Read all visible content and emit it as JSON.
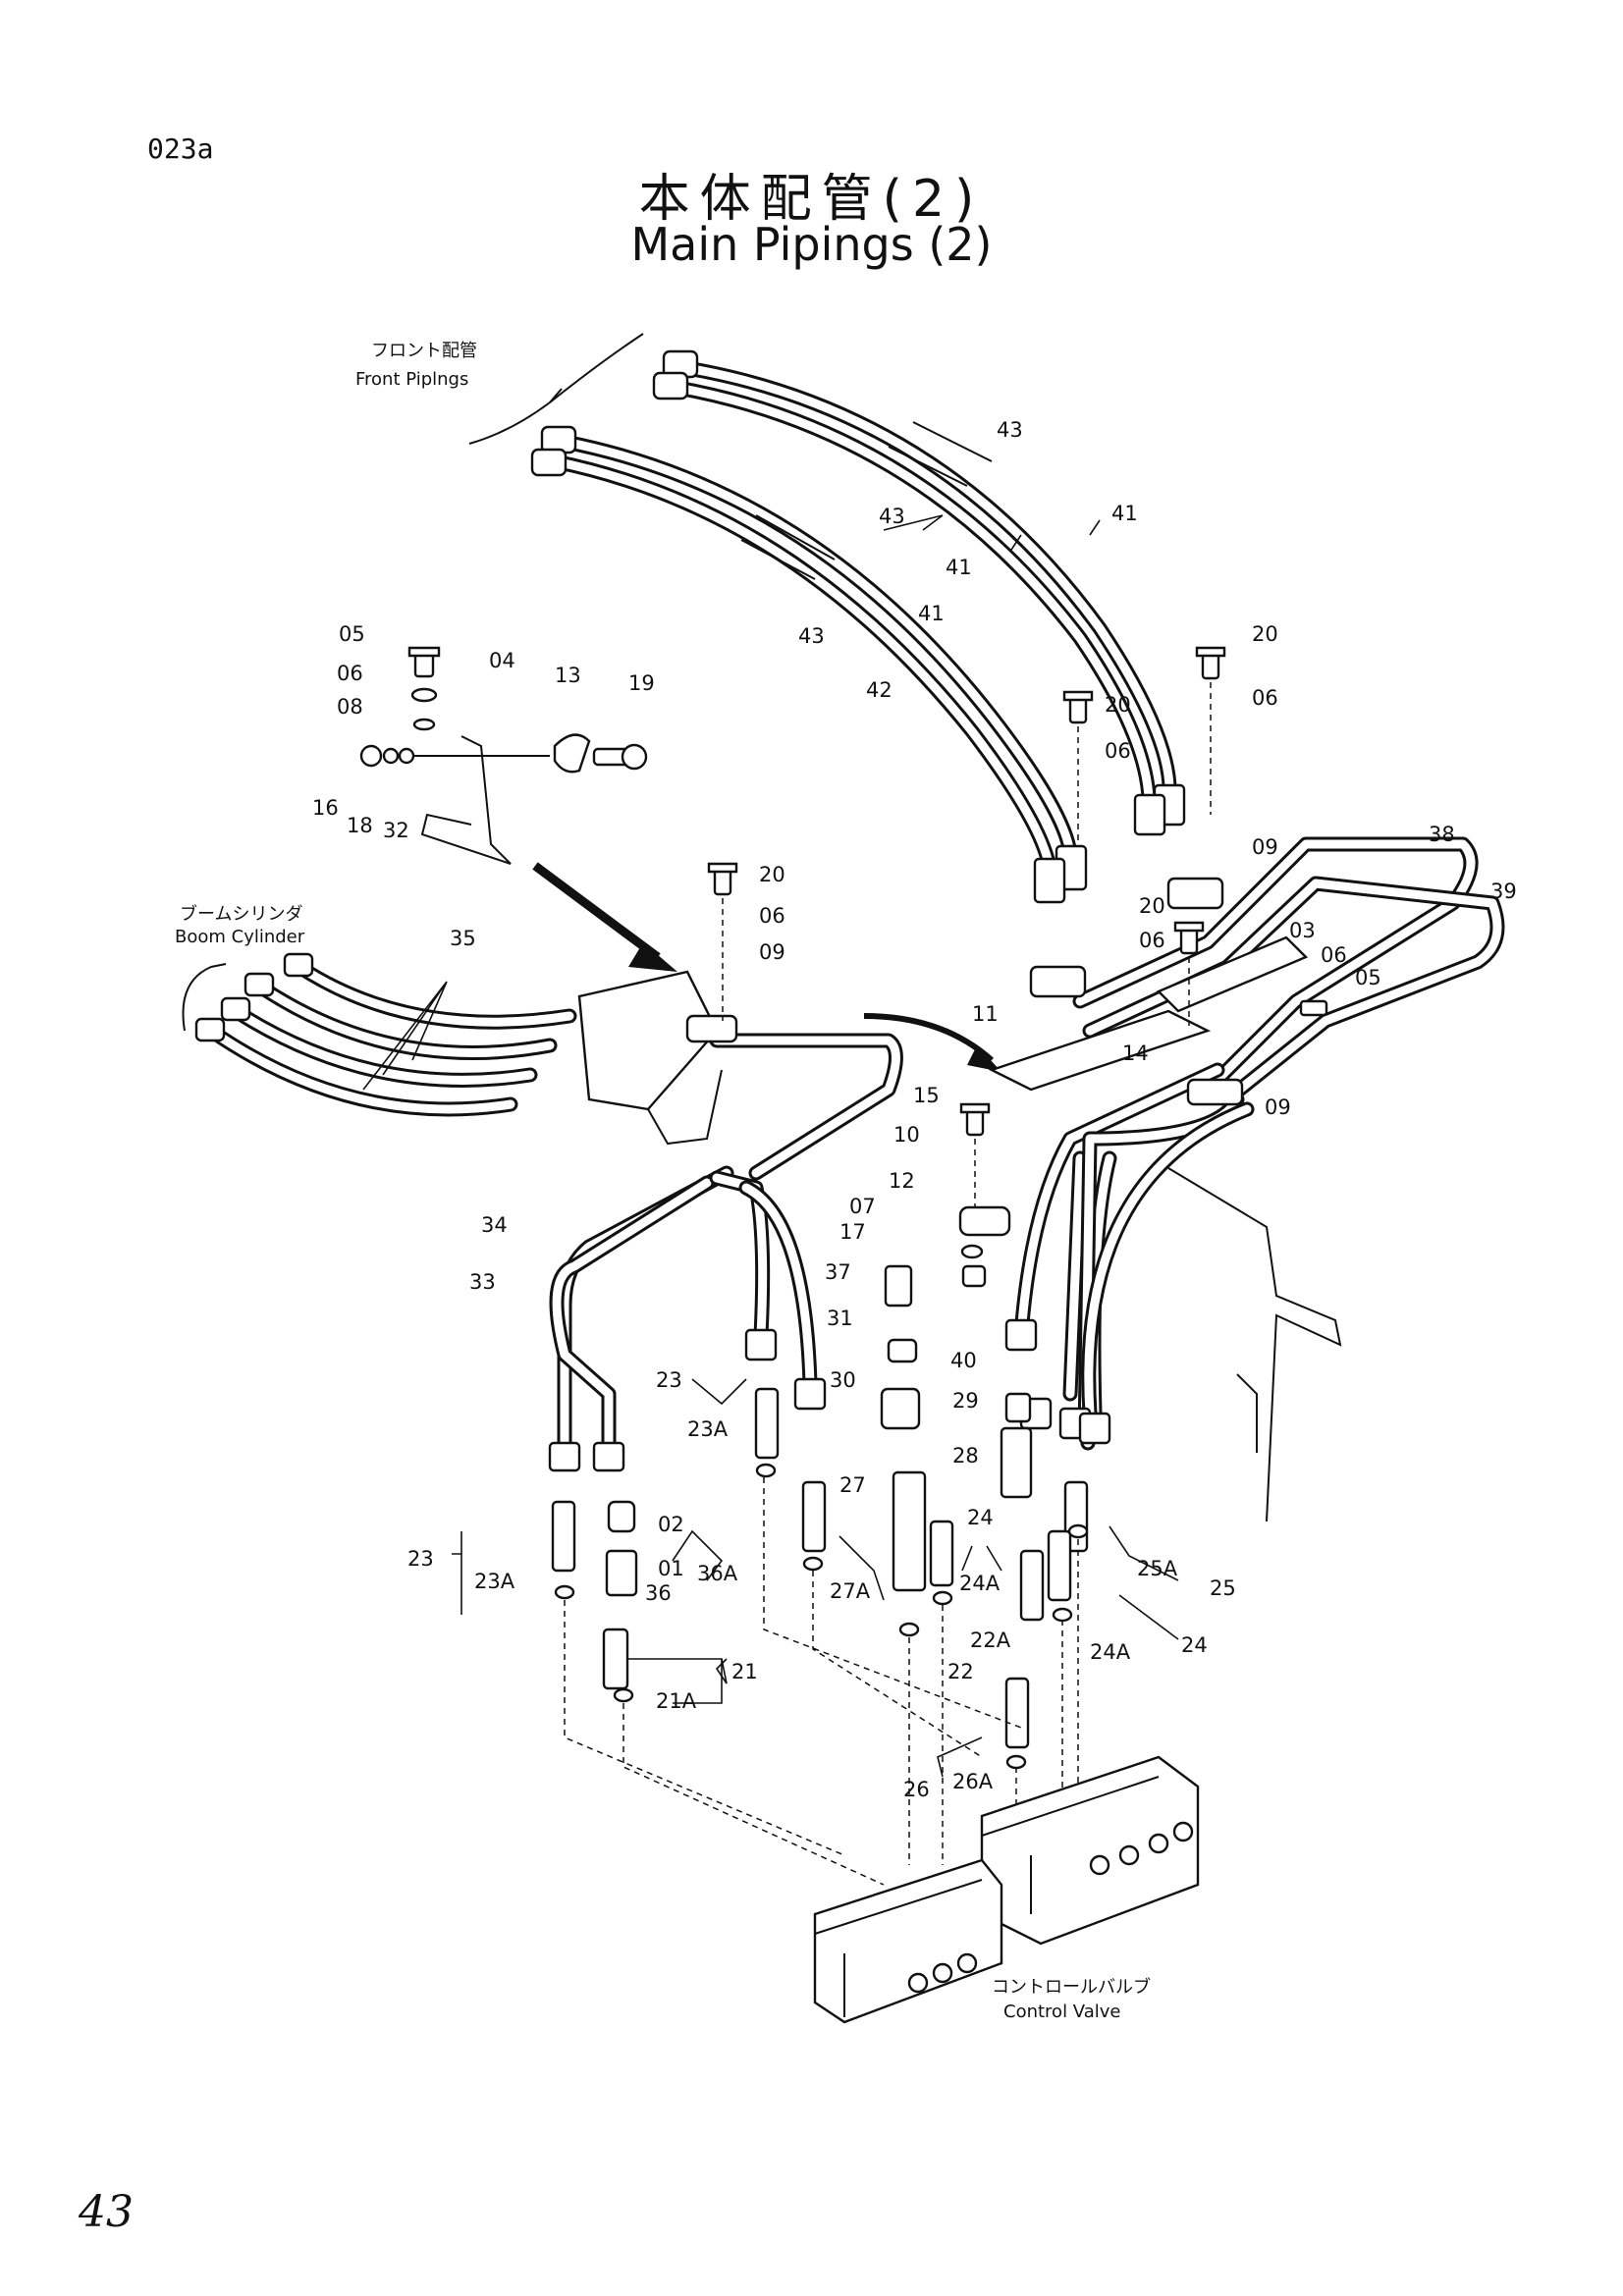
{
  "page_code": "023a",
  "title_jp": "本体配管(2)",
  "title_en": "Main Pipings (2)",
  "page_number": "43",
  "groups": {
    "front_jp": "フロント配管",
    "front_en": "Front Piplngs",
    "boom_jp": "ブームシリンダ",
    "boom_en": "Boom Cylinder",
    "valve_jp": "コントロールバルブ",
    "valve_en": "Control Valve"
  },
  "labels": {
    "c01": "01",
    "c02": "02",
    "c03": "03",
    "c04": "04",
    "c05a": "05",
    "c05b": "05",
    "c06a": "06",
    "c06b": "06",
    "c06c": "06",
    "c06d": "06",
    "c06e": "06",
    "c06f": "06",
    "c07": "07",
    "c08": "08",
    "c09a": "09",
    "c09b": "09",
    "c09c": "09",
    "c10": "10",
    "c11": "11",
    "c12": "12",
    "c13": "13",
    "c14": "14",
    "c15": "15",
    "c16": "16",
    "c17": "17",
    "c18": "18",
    "c19": "19",
    "c20a": "20",
    "c20b": "20",
    "c20c": "20",
    "c20d": "20",
    "c21": "21",
    "c21A": "21A",
    "c22": "22",
    "c22A": "22A",
    "c23a": "23",
    "c23Aa": "23A",
    "c23b": "23",
    "c23Ab": "23A",
    "c24a": "24",
    "c24Aa": "24A",
    "c24b": "24",
    "c24Ab": "24A",
    "c25": "25",
    "c25A": "25A",
    "c26": "26",
    "c26A": "26A",
    "c27": "27",
    "c27A": "27A",
    "c28": "28",
    "c29": "29",
    "c30": "30",
    "c31": "31",
    "c32": "32",
    "c33": "33",
    "c34": "34",
    "c35": "35",
    "c36": "36",
    "c36A": "36A",
    "c37": "37",
    "c38": "38",
    "c39": "39",
    "c40": "40",
    "c41a": "41",
    "c41b": "41",
    "c41c": "41",
    "c42": "42",
    "c43a": "43",
    "c43b": "43",
    "c43c": "43"
  }
}
